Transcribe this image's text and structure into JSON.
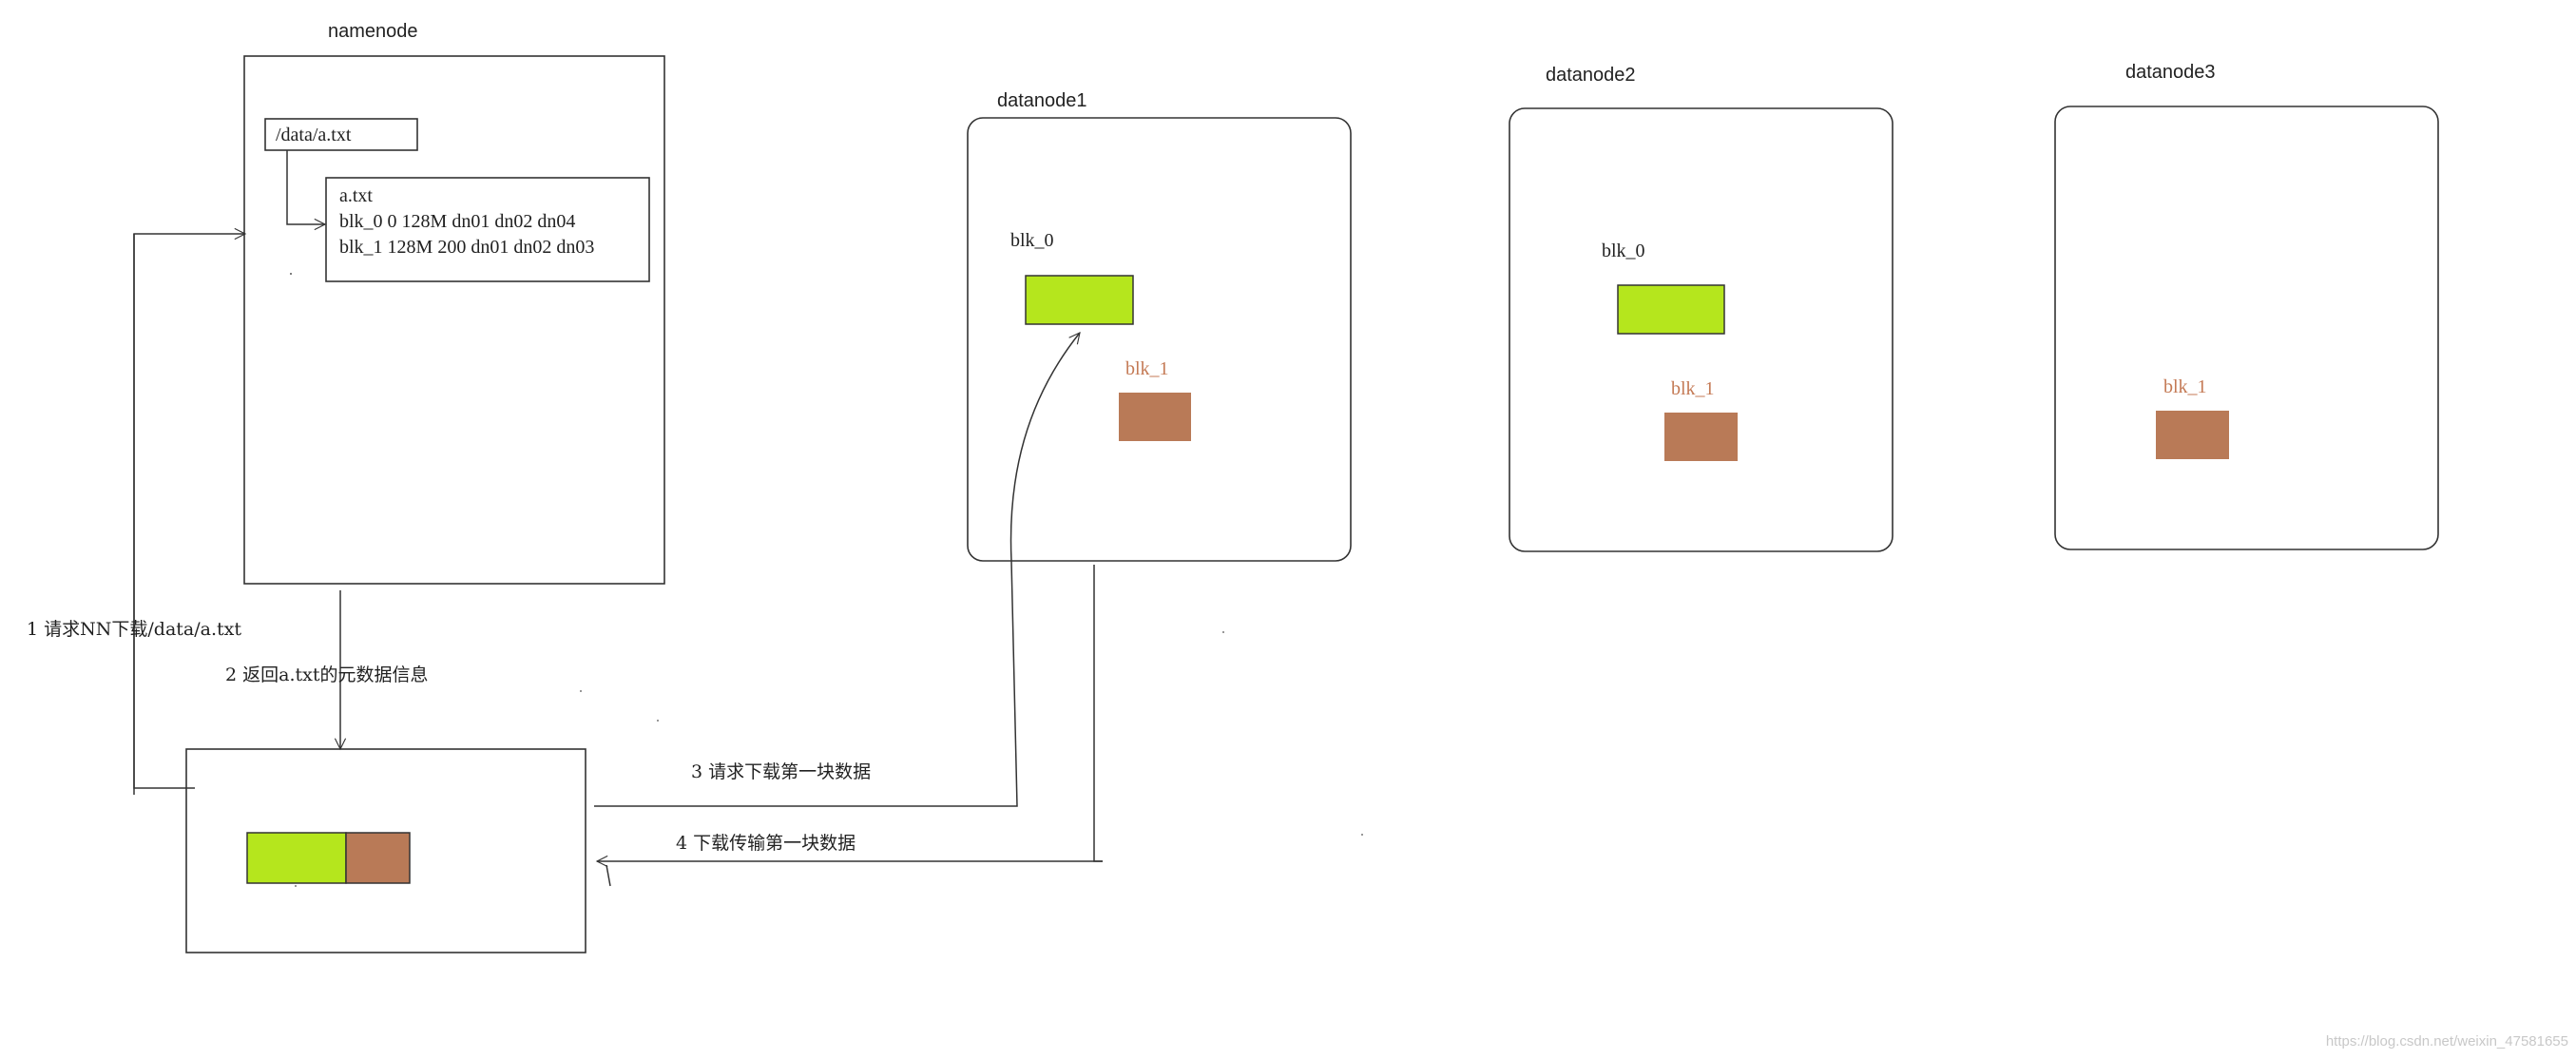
{
  "namenode": {
    "title": "namenode",
    "path": "/data/a.txt",
    "meta_lines": [
      "a.txt",
      "blk_0 0 128M dn01 dn02 dn04",
      "blk_1 128M 200 dn01 dn02 dn03"
    ]
  },
  "datanodes": [
    {
      "title": "datanode1",
      "blocks": [
        "blk_0",
        "blk_1"
      ]
    },
    {
      "title": "datanode2",
      "blocks": [
        "blk_0",
        "blk_1"
      ]
    },
    {
      "title": "datanode3",
      "blocks": [
        "blk_1"
      ]
    }
  ],
  "steps": {
    "s1": "1  请求NN下载/data/a.txt",
    "s2": "2 返回a.txt的元数据信息",
    "s3": "3 请求下载第一块数据",
    "s4": "4 下载传输第一块数据"
  },
  "colors": {
    "blk0": "#b5e61d",
    "blk1": "#b97a57",
    "blk1_label": "#c47a55"
  },
  "watermark": "https://blog.csdn.net/weixin_47581655"
}
